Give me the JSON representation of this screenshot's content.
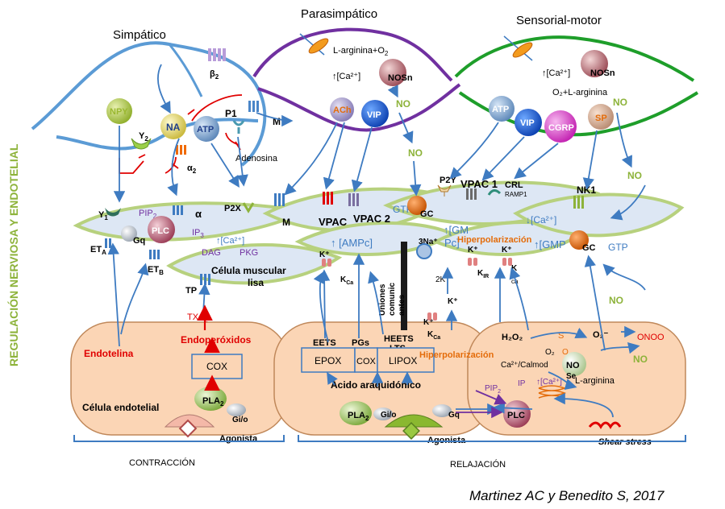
{
  "side_title": "REGULACIÓN NERVIOSA Y ENDOTELIAL",
  "nerves": {
    "simpatico": "Simpático",
    "parasimpatico": "Parasimpático",
    "sensorial_motor": "Sensorial-motor"
  },
  "simpatico": {
    "b2": "β",
    "b2_sub": "2",
    "npy": "NPY",
    "na": "NA",
    "atp": "ATP",
    "y2": "Y",
    "y2_sub": "2",
    "p1": "P1",
    "alpha2": "α",
    "alpha2_sub": "2",
    "adenosina": "Adenosina"
  },
  "parasimpatico": {
    "larg_o2": "L-arginina+O",
    "larg_o2_sub": "2",
    "ca": "↑[Ca²⁺]",
    "nosn": "NOSn",
    "ach": "ACh",
    "vip": "VIP",
    "no1": "NO",
    "no2": "NO",
    "m": "M"
  },
  "sensorial": {
    "ca": "↑[Ca²⁺]",
    "nosn": "NOSn",
    "o2_larg": "O₂+L-arginina",
    "atp": "ATP",
    "vip": "VIP",
    "cgrp": "CGRP",
    "sp": "SP",
    "no1": "NO",
    "no2": "NO"
  },
  "muscle": {
    "y1": "Y",
    "y1_sub": "1",
    "pip2": "PIP",
    "pip2_sub": "2",
    "plc": "PLC",
    "gq": "Gq",
    "alpha": "α",
    "ip3": "IP",
    "ip3_sub": "3",
    "ca": "↑[Ca²⁺]",
    "dag": "DAG",
    "pkg": "PKG",
    "eta": "ET",
    "eta_sub": "A",
    "etb": "ET",
    "etb_sub": "B",
    "p2x": "P2X",
    "m": "M",
    "vpac": "VPAC",
    "vpac2": "VPAC 2",
    "campc": "↑ [AMPc]",
    "cell_label_1": "Célula muscular",
    "cell_label_2": "lisa",
    "tp": "TP",
    "kplus_1": "K⁺",
    "kca_1": "K",
    "kca_1_sub": "Ca",
    "p2y": "P2Y",
    "vpac1": "VPAC 1",
    "crl": "CRL",
    "ramp1": "RAMP1",
    "gtp1": "GTP",
    "gc1": "GC",
    "gmp1": "↑[GM",
    "pc": "Pc]",
    "hiper1": "Hiperpolarización",
    "nk1": "NK1",
    "ca2": "↓[Ca²⁺]",
    "gmp2": "↑[GMP",
    "gc2": "GC",
    "gtp2": "GTP",
    "na3": "3Na⁺",
    "kplus_2": "K⁺",
    "kplus_3": "K⁺",
    "two_k": "2K⁺",
    "kir": "K",
    "kir_sub": "IR",
    "k_right": "K",
    "kca_right": "ca",
    "kplus_4": "K⁺",
    "uniones": "Uniones",
    "comunic": "comunic",
    "antes": "antes"
  },
  "endothelium": {
    "txa2": "TXA",
    "txa2_sub": "2",
    "endoperoxidos": "Endoperóxidos",
    "endotelina": "Endotelina",
    "cox_left": "COX",
    "pla2_left": "PLA",
    "pla2_left_sub": "2",
    "celula_endotelial": "Célula endotelial",
    "gio_left": "Gi/o",
    "agonista_left": "Agonista",
    "eets": "EETS",
    "pgs": "PGs",
    "heets": "HEETS",
    "lts": "LTS",
    "epox": "EPOX",
    "cox_mid": "COX",
    "lipox": "LIPOX",
    "hiper2": "Hiperpolarización",
    "kplus_5": "K⁺",
    "kca_mid": "K",
    "kca_mid_sub": "Ca",
    "acido": "Ácido araquidónico",
    "pla2_mid": "PLA",
    "pla2_mid_sub": "2",
    "gio_mid": "Gi/o",
    "gq": "Gq",
    "agonista_mid": "Agonista",
    "h2o2": "H₂O₂",
    "s_label": "S",
    "o2minus": "O₂⁻",
    "onoo": "ONOO",
    "o2_small": "O₂",
    "o_small": "O",
    "nose": "NO",
    "nose_sub": "Se",
    "no_mid": "NO",
    "no_up": "NO",
    "ca_calm": "Ca²⁺/Calmod",
    "pip2": "PIP",
    "pip2_sub": "2",
    "ip": "IP",
    "ca_up": "↑[Ca²⁺]",
    "larg": "L-arginina",
    "plc": "PLC",
    "shear": "Shear stress"
  },
  "brackets": {
    "contraccion": "CONTRACCIÓN",
    "relajacion": "RELAJACIÓN"
  },
  "citation": "Martinez AC y Benedito S,  2017",
  "colors": {
    "nerve_blue": "#5b9bd5",
    "nerve_purple": "#7030a0",
    "nerve_green": "#1e9e2a",
    "muscle_fill": "#dde7f4",
    "muscle_stroke": "#b7d17e",
    "endo_fill": "#fbd5b5",
    "endo_stroke": "#c0885a",
    "title_green": "#8db33a",
    "arrow_blue": "#3e7bc1",
    "red": "#e00000",
    "orange_text": "#e46c0a"
  }
}
